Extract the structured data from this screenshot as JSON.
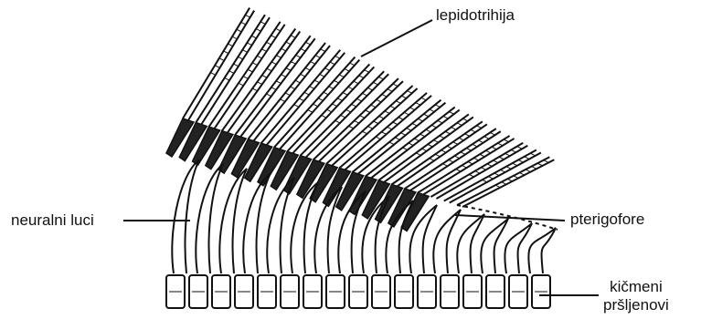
{
  "labels": {
    "lepidotrichia": "lepidotrihija",
    "neural_arches": "neuralni luci",
    "pterygiophores": "pterigofore",
    "vertebrae_line1": "kičmeni",
    "vertebrae_line2": "pršljenovi"
  },
  "colors": {
    "ink": "#111111",
    "background": "#ffffff"
  }
}
